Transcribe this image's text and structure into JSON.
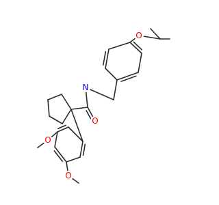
{
  "molecule": {
    "atoms": {
      "O_isopropoxy": {
        "symbol": "O",
        "color": "#ff0000"
      },
      "N_amide": {
        "symbol": "N",
        "color": "#0000ff"
      },
      "O_carbonyl": {
        "symbol": "O",
        "color": "#ff0000"
      },
      "O_methoxy_upper": {
        "symbol": "O",
        "color": "#ff0000"
      },
      "O_methoxy_lower": {
        "symbol": "O",
        "color": "#ff0000"
      }
    },
    "bond_color": "#2b2b2b",
    "background_color": "#ffffff"
  }
}
